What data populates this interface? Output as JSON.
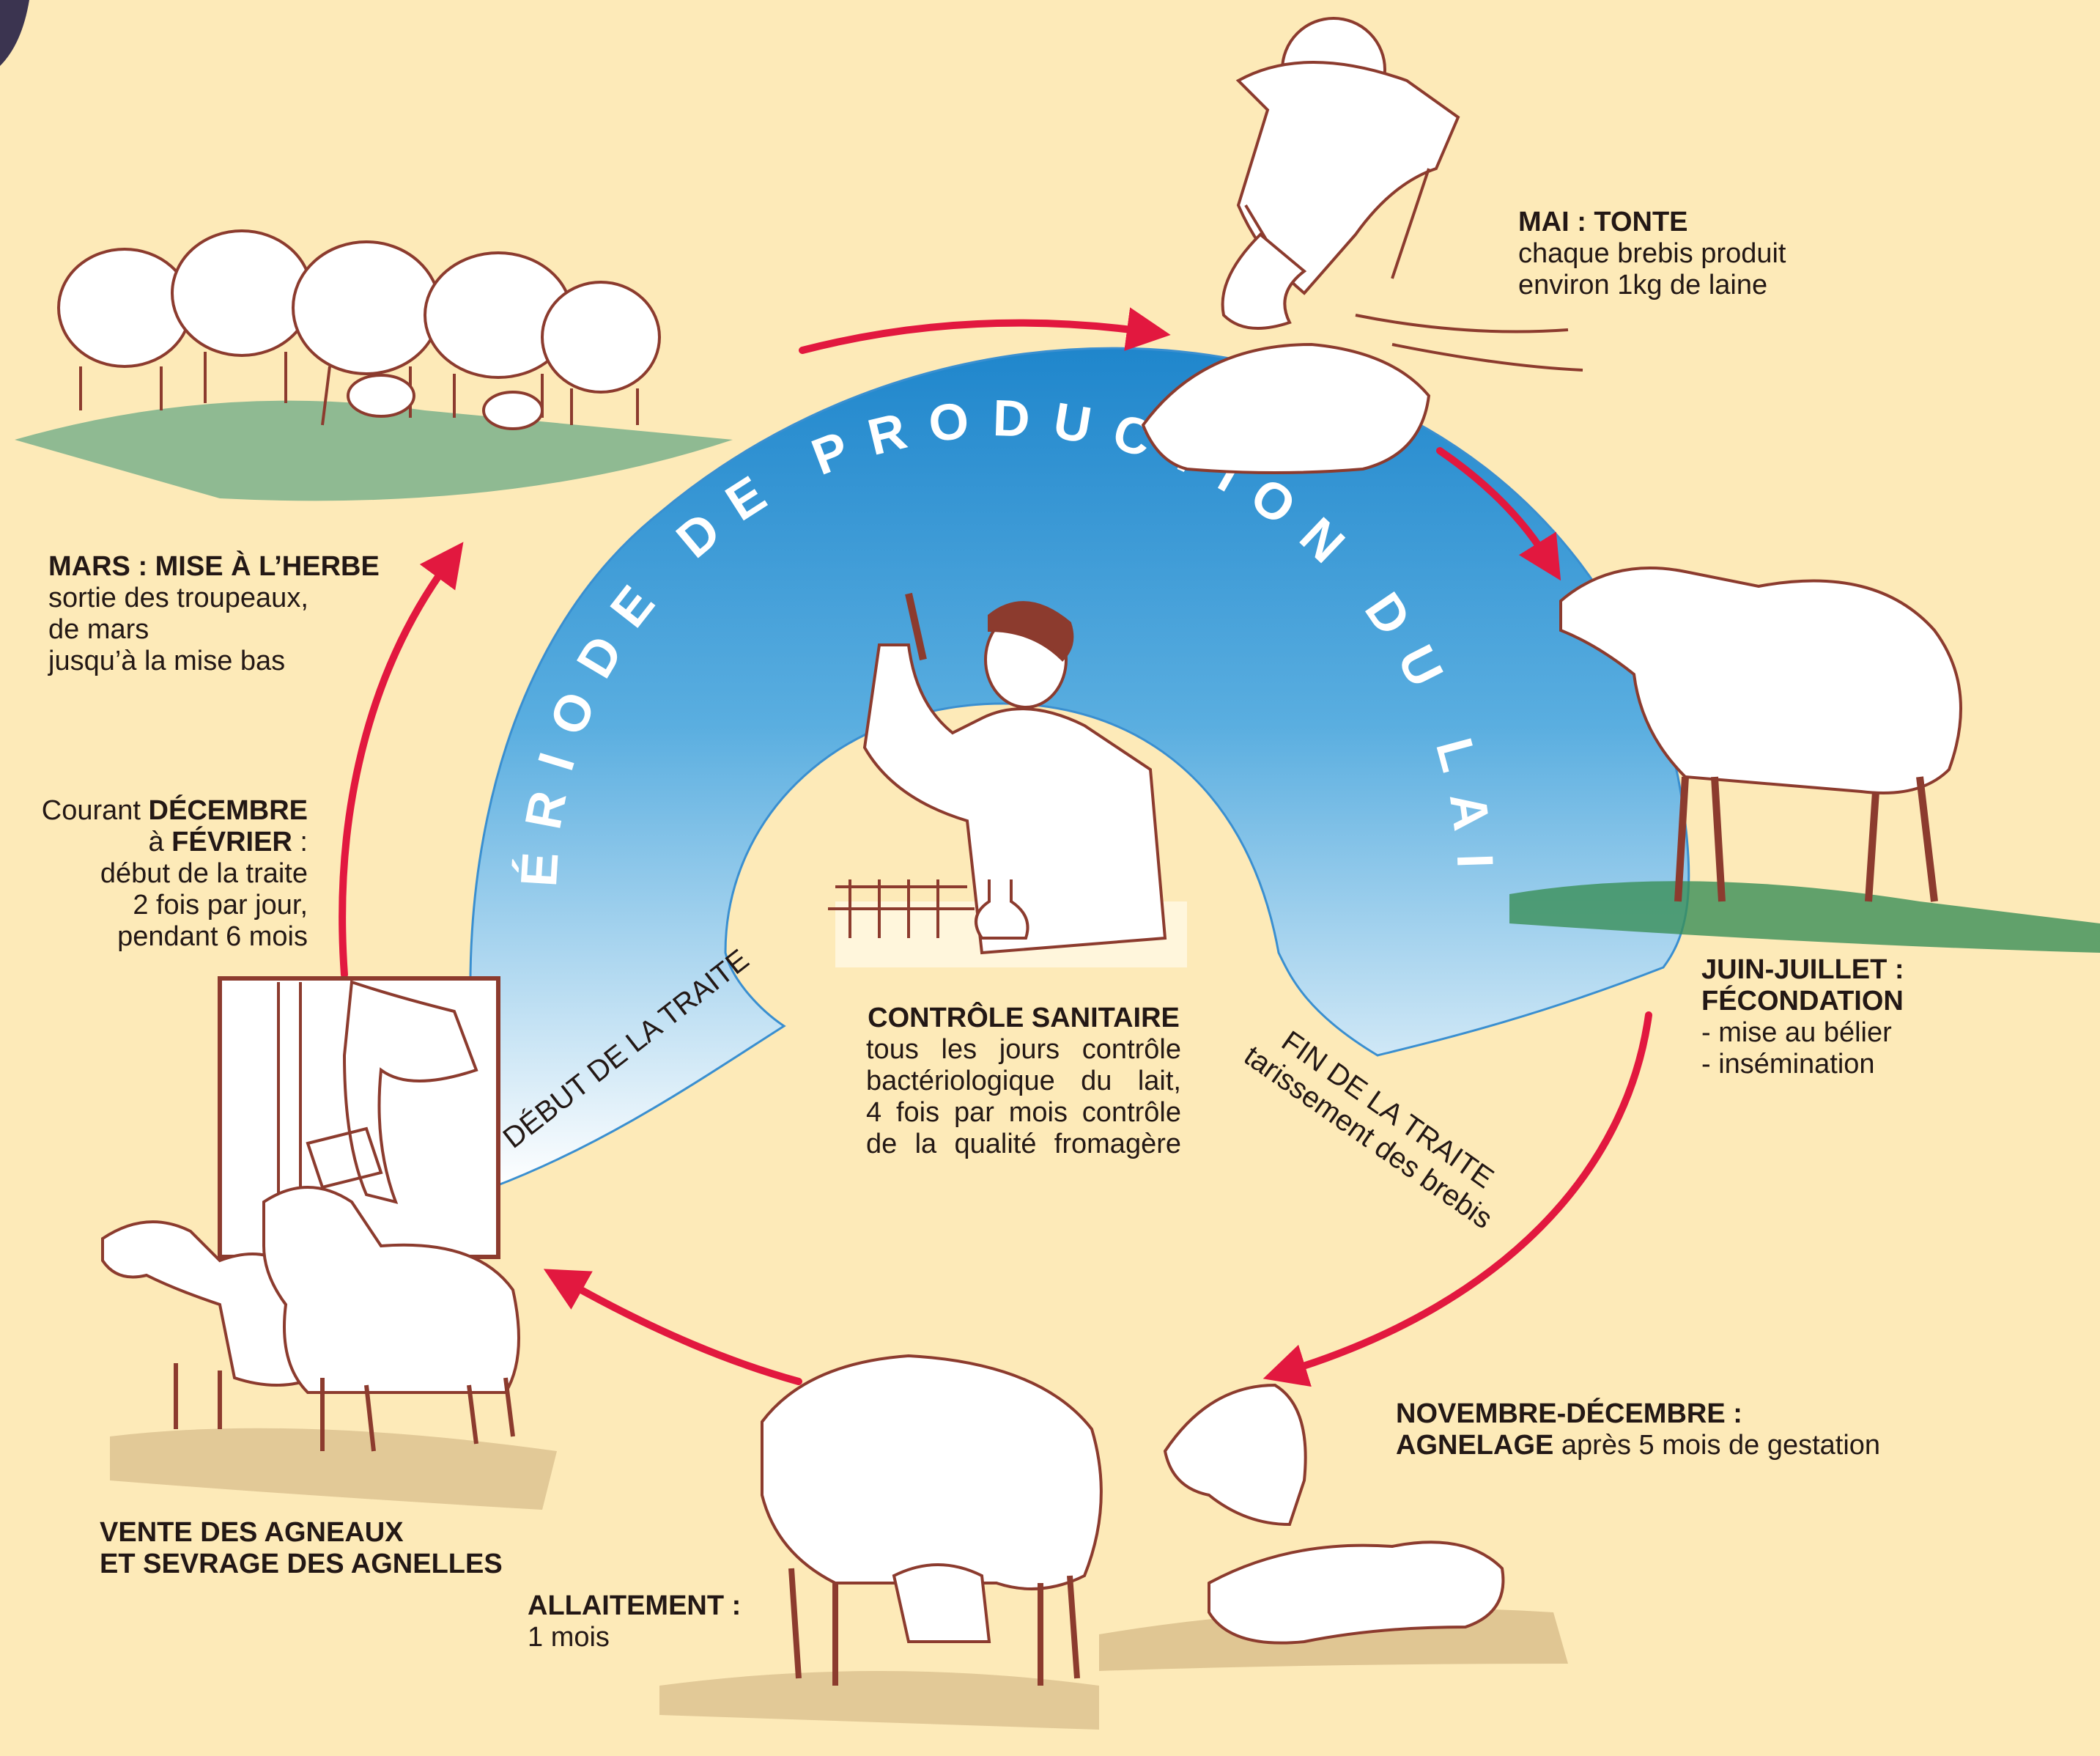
{
  "colors": {
    "background": "#fdeab8",
    "arrow": "#e2183f",
    "sky_dark": "#1f86cc",
    "sky_light": "#ffffff",
    "outline": "#8c3b2e",
    "grass": "#3a8f58"
  },
  "arc_title": "PÉRIODE DE PRODUCTION DU LAIT",
  "labels": {
    "mai": {
      "title": "MAI : TONTE",
      "lines": [
        "chaque brebis produit",
        "environ 1kg de laine"
      ]
    },
    "mars": {
      "title": "MARS : MISE À L’HERBE",
      "lines": [
        "sortie des troupeaux,",
        "de mars",
        "jusqu’à la mise bas"
      ]
    },
    "decembre": {
      "prefix1": "Courant ",
      "bold1": "DÉCEMBRE",
      "prefix2": "à ",
      "bold2": "FÉVRIER",
      "suffix2": " :",
      "lines": [
        "début de la traite",
        "2 fois par jour,",
        "pendant 6 mois"
      ]
    },
    "juin": {
      "title1": "JUIN-JUILLET :",
      "title2": "FÉCONDATION",
      "lines": [
        "- mise au bélier",
        "- insémination"
      ]
    },
    "controle": {
      "title": "CONTRÔLE SANITAIRE",
      "lines": [
        "tous les jours contrôle",
        "bactériologique du lait,",
        "4 fois par mois contrôle",
        "de la qualité fromagère"
      ]
    },
    "debut_traite": "DÉBUT DE LA TRAITE",
    "fin_traite": {
      "title": "FIN DE LA TRAITE",
      "subtitle": "tarissement des brebis"
    },
    "novembre": {
      "title": "NOVEMBRE-DÉCEMBRE :",
      "bold": "AGNELAGE",
      "rest": " après 5 mois de gestation"
    },
    "vente": {
      "line1": "VENTE DES AGNEAUX",
      "line2": "ET SEVRAGE DES AGNELLES"
    },
    "allaitement": {
      "title": "ALLAITEMENT :",
      "line": "1 mois"
    }
  },
  "illustrations": [
    "sheep-grazing-illustration",
    "shearing-illustration",
    "ram-illustration",
    "lab-technician-illustration",
    "milking-stall-illustration",
    "lambs-illustration",
    "nursing-ewe-illustration",
    "lambing-illustration"
  ]
}
